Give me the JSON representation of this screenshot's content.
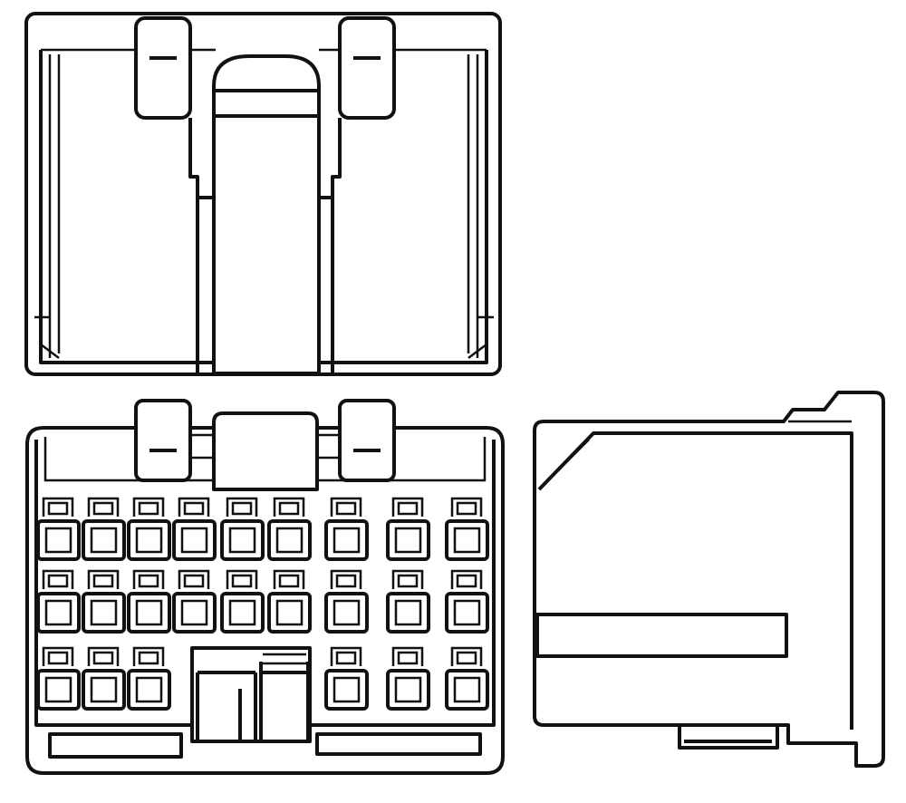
{
  "colors": {
    "stroke": "#111111",
    "background": "#ffffff"
  },
  "views": [
    {
      "id": "top-view"
    },
    {
      "id": "front-view"
    },
    {
      "id": "side-view"
    }
  ]
}
